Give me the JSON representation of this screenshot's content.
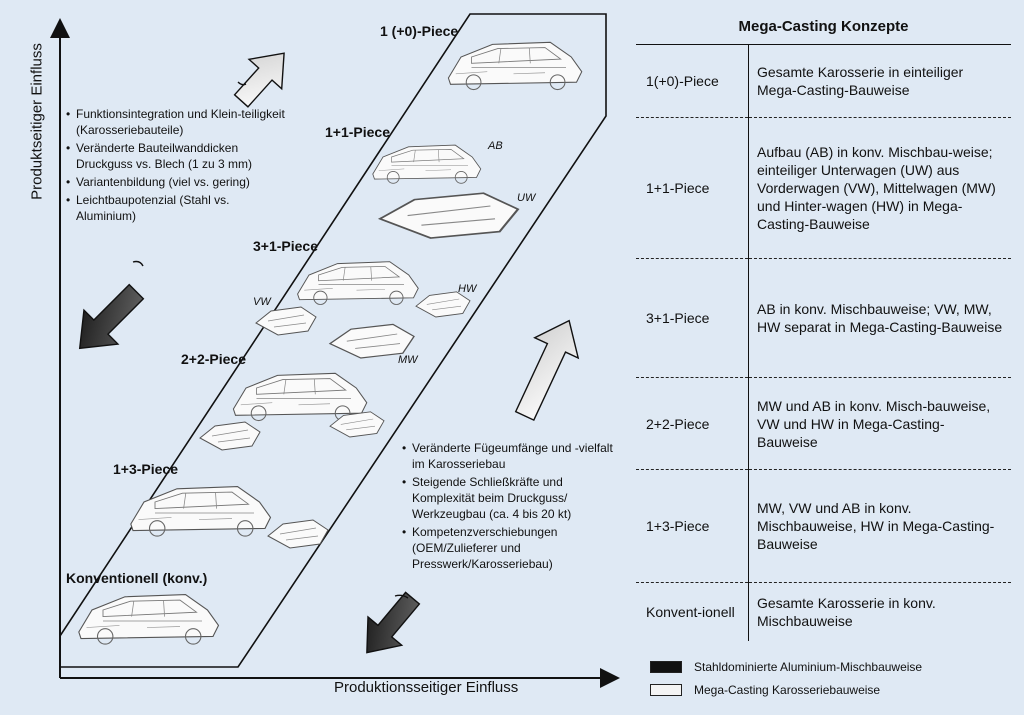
{
  "diagram": {
    "y_axis_label": "Produktseitiger Einfluss",
    "x_axis_label": "Produktionsseitiger Einfluss",
    "pieces": [
      {
        "label": "1 (+0)-Piece"
      },
      {
        "label": "1+1-Piece",
        "tags": [
          "AB",
          "UW"
        ]
      },
      {
        "label": "3+1-Piece",
        "tags": [
          "HW",
          "VW",
          "MW"
        ]
      },
      {
        "label": "2+2-Piece"
      },
      {
        "label": "1+3-Piece"
      },
      {
        "label": "Konventionell (konv.)"
      }
    ],
    "product_factors": [
      "Funktionsintegration und Klein-teiligkeit (Karosseriebauteile)",
      "Veränderte Bauteilwanddicken Druckguss vs. Blech (1 zu 3 mm)",
      "Variantenbildung (viel vs. gering)",
      "Leichtbaupotenzial (Stahl vs. Aluminium)"
    ],
    "production_factors": [
      "Veränderte Fügeumfänge und -vielfalt im Karosseriebau",
      "Steigende Schließkräfte und Komplexität beim Druckguss/ Werkzeugbau (ca. 4 bis 20 kt)",
      "Kompetenzverschiebungen (OEM/Zulieferer und Presswerk/Karosseriebau)"
    ],
    "arrow_colors": {
      "dark": "#2b2b2b",
      "light": "#f4f4f4"
    }
  },
  "table": {
    "title": "Mega-Casting Konzepte",
    "rows": [
      {
        "name": "1(+0)-Piece",
        "desc": "Gesamte Karosserie in einteiliger Mega-Casting-Bauweise"
      },
      {
        "name": "1+1-Piece",
        "desc": "Aufbau (AB) in konv. Mischbau-weise; einteiliger Unterwagen (UW) aus Vorderwagen (VW), Mittelwagen (MW) und Hinter-wagen (HW) in Mega-Casting-Bauweise"
      },
      {
        "name": "3+1-Piece",
        "desc": "AB in konv. Mischbauweise; VW, MW, HW separat in Mega-Casting-Bauweise"
      },
      {
        "name": "2+2-Piece",
        "desc": "MW und AB in konv. Misch-bauweise, VW und HW in Mega-Casting-Bauweise"
      },
      {
        "name": "1+3-Piece",
        "desc": "MW, VW und AB in konv. Mischbauweise, HW in Mega-Casting-Bauweise"
      },
      {
        "name": "Konvent-ionell",
        "desc": "Gesamte Karosserie in konv. Mischbauweise"
      }
    ]
  },
  "legend": [
    {
      "label": "Stahldominierte Aluminium-Mischbauweise",
      "color": "#111111"
    },
    {
      "label": "Mega-Casting Karosseriebauweise",
      "color": "#f4f4f4"
    }
  ]
}
